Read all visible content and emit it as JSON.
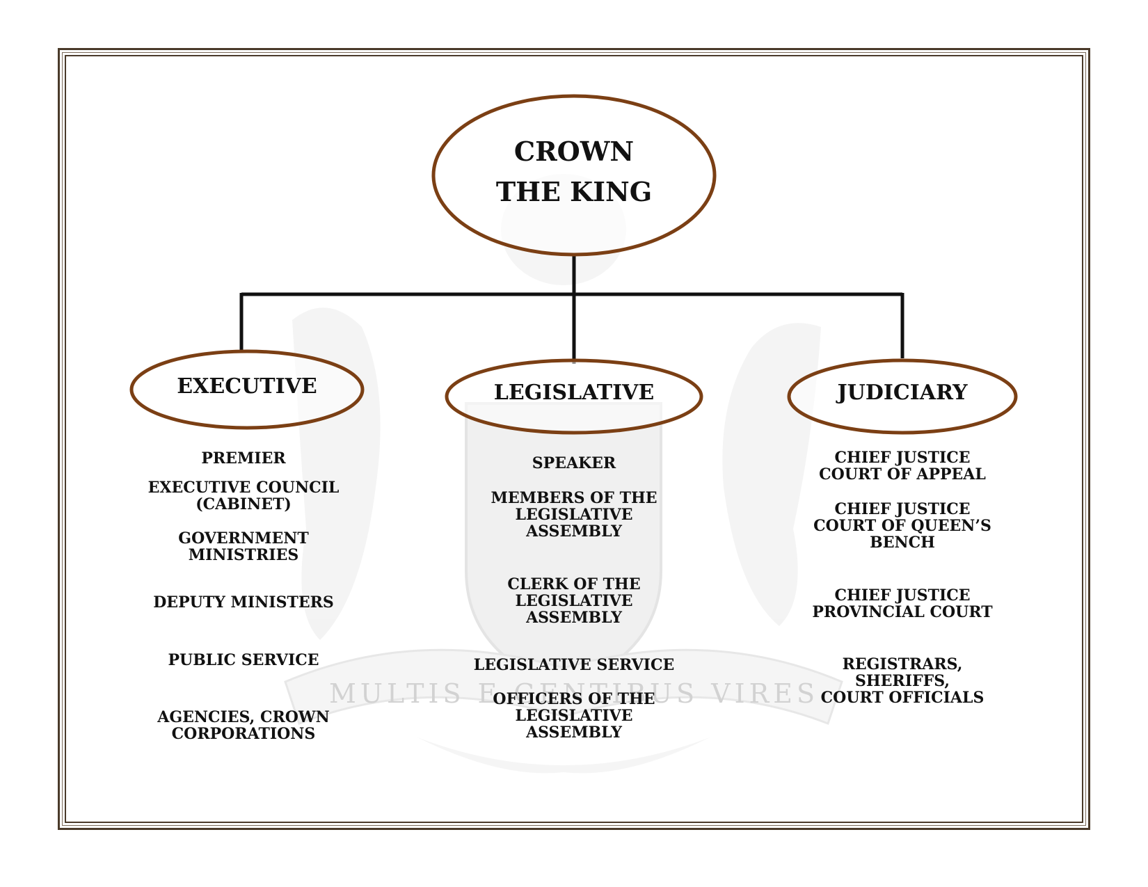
{
  "crown": {
    "line1": "CROWN",
    "line2": "THE KING"
  },
  "branches": {
    "executive": {
      "title": "EXECUTIVE",
      "items": [
        "PREMIER",
        "EXECUTIVE COUNCIL\n(CABINET)",
        "GOVERNMENT\nMINISTRIES",
        "DEPUTY MINISTERS",
        "PUBLIC SERVICE",
        "AGENCIES, CROWN\nCORPORATIONS"
      ]
    },
    "legislative": {
      "title": "LEGISLATIVE",
      "items": [
        "SPEAKER",
        "MEMBERS OF THE\nLEGISLATIVE\nASSEMBLY",
        "CLERK OF THE\nLEGISLATIVE\nASSEMBLY",
        "LEGISLATIVE SERVICE",
        "OFFICERS OF THE\nLEGISLATIVE\nASSEMBLY"
      ]
    },
    "judiciary": {
      "title": "JUDICIARY",
      "items": [
        "CHIEF JUSTICE\nCOURT OF APPEAL",
        "CHIEF JUSTICE\nCOURT OF QUEEN’S\nBENCH",
        "CHIEF JUSTICE\nPROVINCIAL COURT",
        "REGISTRARS,\nSHERIFFS,\nCOURT OFFICIALS"
      ]
    }
  },
  "watermark": {
    "motto": "MULTIS E GENTIBUS VIRES"
  },
  "colors": {
    "ellipse": "#7b3f14",
    "line": "#111111",
    "frame": "#4a3a2a",
    "watermark": "#d9d9d9"
  }
}
